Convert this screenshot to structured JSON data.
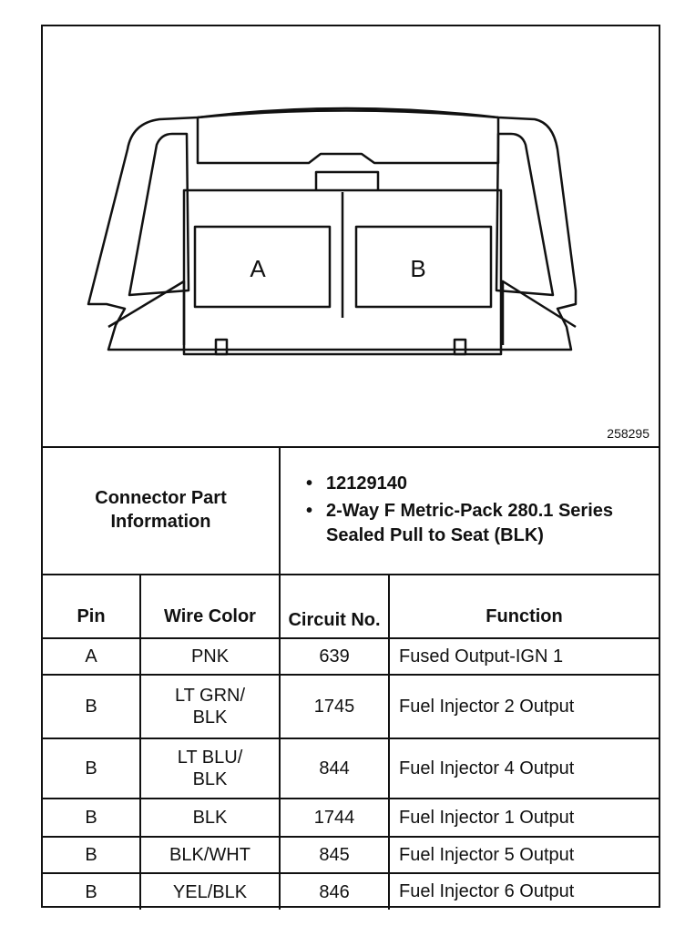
{
  "figure": {
    "cavity_a_label": "A",
    "cavity_b_label": "B",
    "figure_id": "258295"
  },
  "connector_info": {
    "label": "Connector Part Information",
    "items": [
      "12129140",
      "2-Way F Metric-Pack 280.1 Series Sealed Pull to Seat (BLK)"
    ]
  },
  "pin_table": {
    "headers": [
      "Pin",
      "Wire Color",
      "Circuit No.",
      "Function"
    ],
    "rows": [
      {
        "pin": "A",
        "wire_color": "PNK",
        "circuit": "639",
        "function": "Fused Output-IGN 1"
      },
      {
        "pin": "B",
        "wire_color": "LT GRN/ BLK",
        "circuit": "1745",
        "function": "Fuel Injector 2 Output"
      },
      {
        "pin": "B",
        "wire_color": "LT BLU/ BLK",
        "circuit": "844",
        "function": "Fuel Injector 4 Output"
      },
      {
        "pin": "B",
        "wire_color": "BLK",
        "circuit": "1744",
        "function": "Fuel Injector 1 Output"
      },
      {
        "pin": "B",
        "wire_color": "BLK/WHT",
        "circuit": "845",
        "function": "Fuel Injector 5 Output"
      },
      {
        "pin": "B",
        "wire_color": "YEL/BLK",
        "circuit": "846",
        "function": "Fuel Injector 6 Output"
      }
    ]
  }
}
